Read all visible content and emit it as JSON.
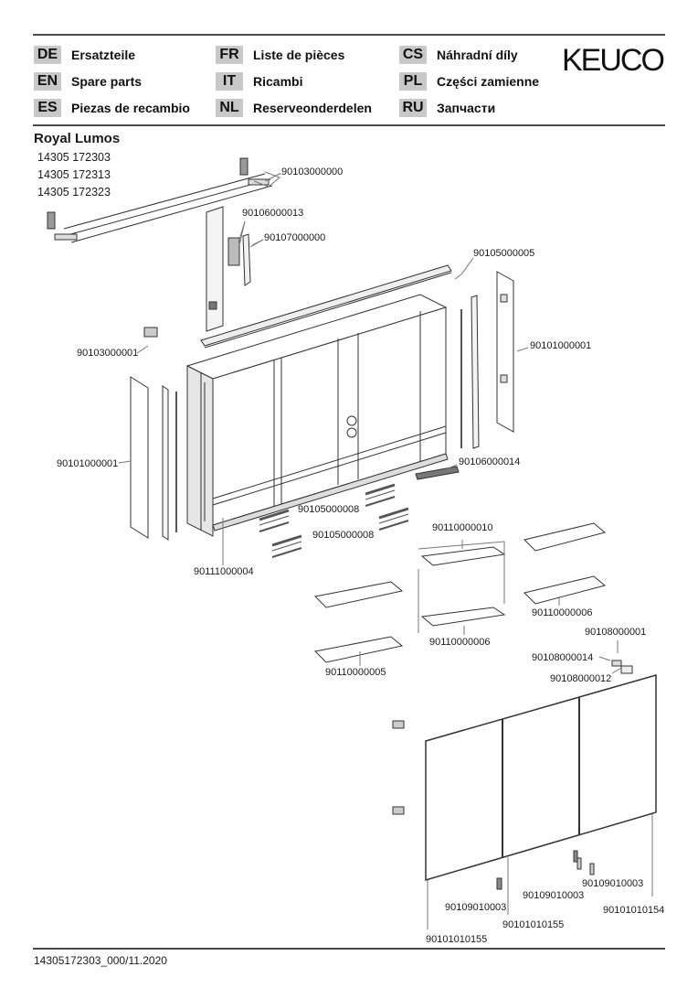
{
  "header": {
    "brand": "KEUCO",
    "languages": [
      {
        "code": "DE",
        "label": "Ersatzteile"
      },
      {
        "code": "EN",
        "label": "Spare parts"
      },
      {
        "code": "ES",
        "label": "Piezas de recambio"
      },
      {
        "code": "FR",
        "label": "Liste de pièces"
      },
      {
        "code": "IT",
        "label": "Ricambi"
      },
      {
        "code": "NL",
        "label": "Reserveonderdelen"
      },
      {
        "code": "CS",
        "label": "Náhradní díly"
      },
      {
        "code": "PL",
        "label": "Części zamienne"
      },
      {
        "code": "RU",
        "label": "Запчасти"
      }
    ]
  },
  "product": {
    "name": "Royal Lumos",
    "article_numbers": [
      "14305 172303",
      "14305 172313",
      "14305 172323"
    ]
  },
  "part_labels": [
    "90103000000",
    "90106000013",
    "90107000000",
    "90105000005",
    "90103000001",
    "90101000001",
    "90101000001",
    "90106000014",
    "90105000008",
    "90105000008",
    "90111000004",
    "90110000010",
    "90110000006",
    "90110000006",
    "90110000005",
    "90108000001",
    "90108000014",
    "90108000012",
    "90109010003",
    "90109010003",
    "90109010003",
    "90101010154",
    "90101010155",
    "90101010155"
  ],
  "footer": {
    "document_id": "14305172303_000/11.2020"
  }
}
